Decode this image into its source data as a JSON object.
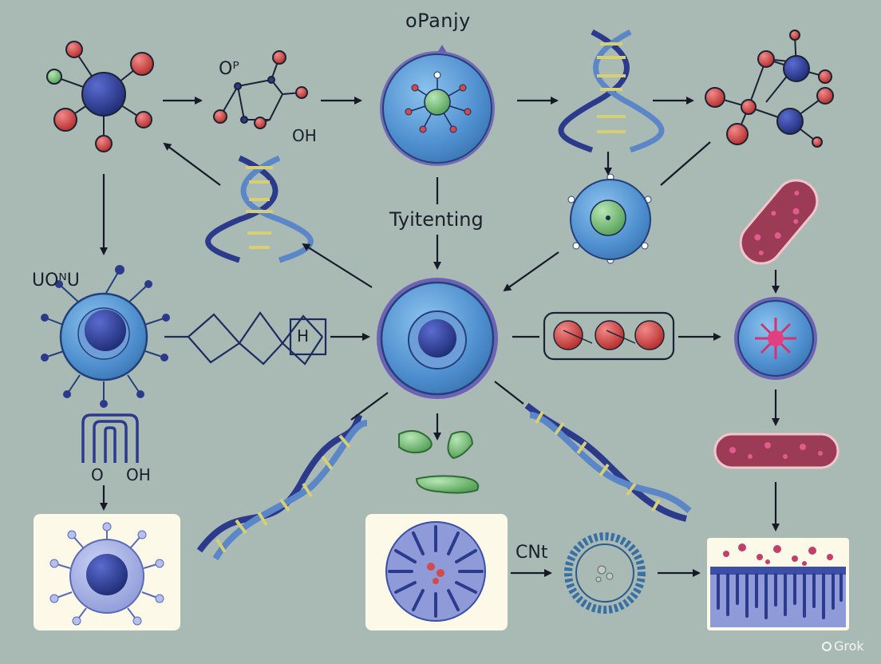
{
  "labels": {
    "title": "oPanjy",
    "center": "Tyitenting",
    "o_p": "Oᴾ",
    "oh_top": "OH",
    "uon": "UOᴺU",
    "h_box": "H",
    "o": "O",
    "oh_bottom": "OH",
    "cnt": "CNt"
  },
  "watermark": {
    "text": "Grok"
  },
  "colors": {
    "background": "#a9bab5",
    "cell_blue": "#5b9bd5",
    "nucleus_navy": "#2c3a8c",
    "atom_red": "#d24a4a",
    "atom_green": "#7cc27c",
    "bacteria_maroon": "#9b3b55",
    "panel_cream": "#fcf9e8"
  }
}
